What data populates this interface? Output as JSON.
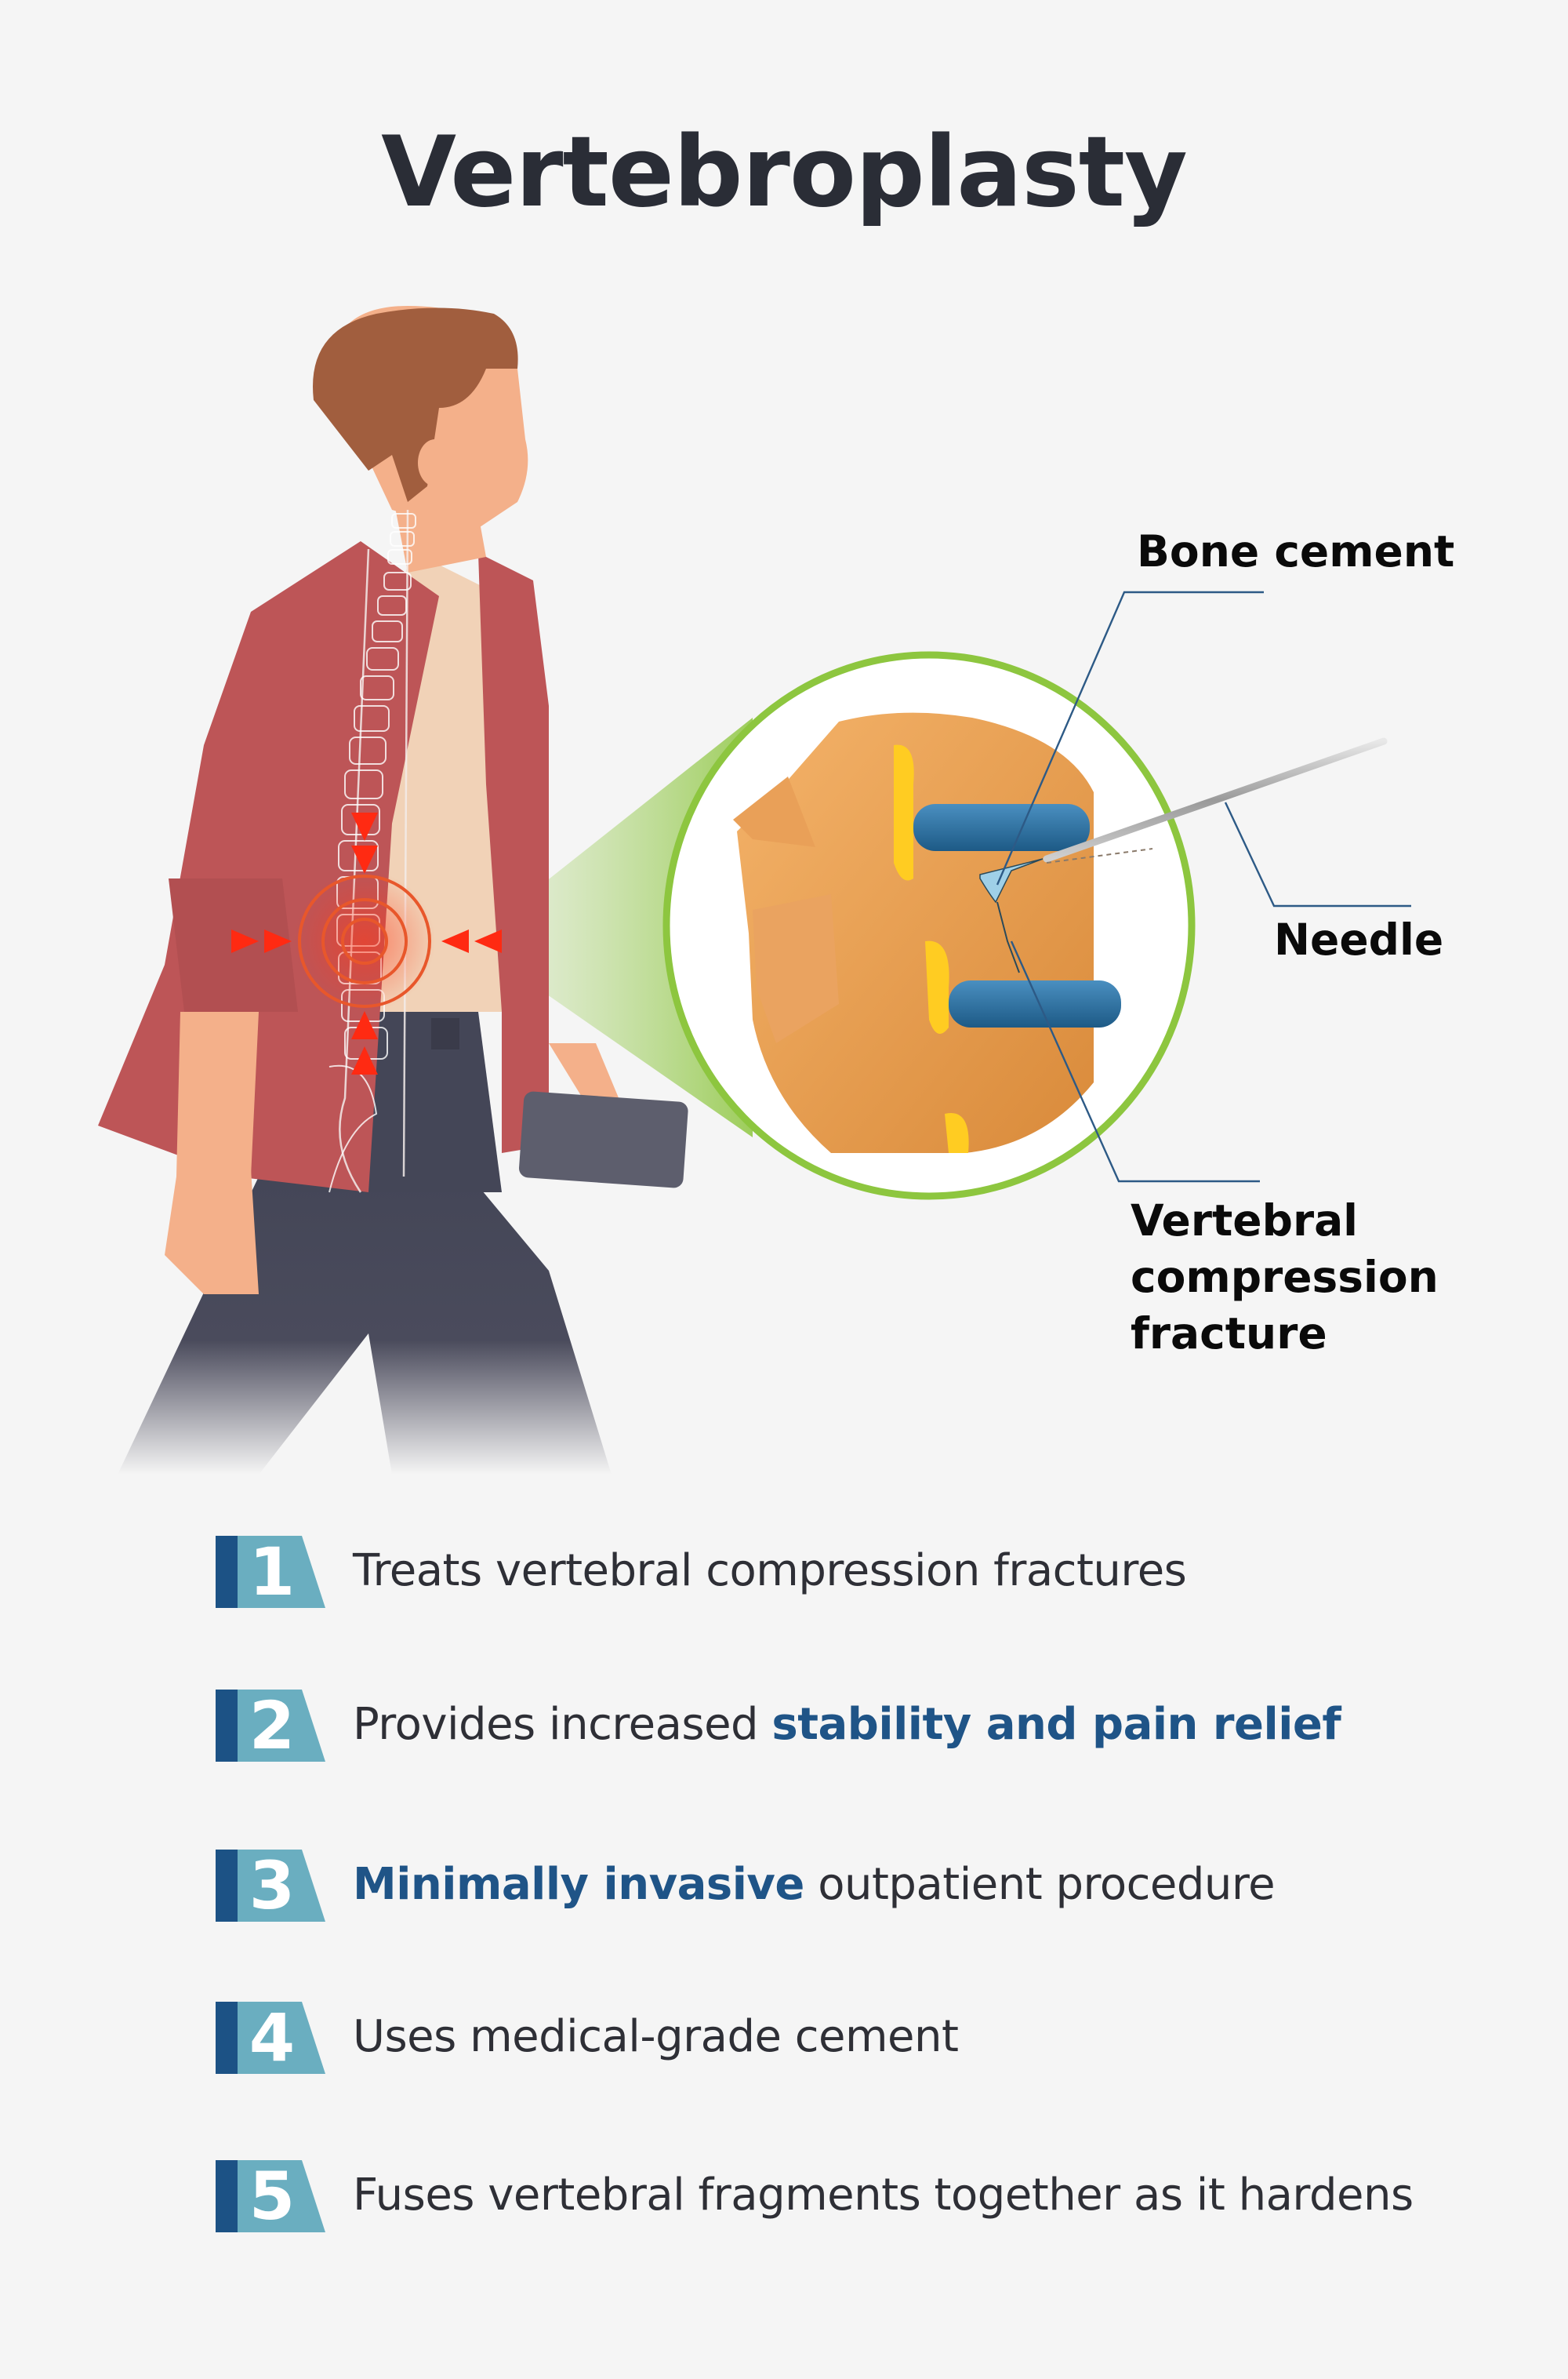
{
  "title": "Vertebroplasty",
  "colors": {
    "background": "#f5f5f5",
    "title": "#2a2d36",
    "highlight": "#1f5487",
    "badge_dark": "#1c5285",
    "badge_light": "#6aaec0",
    "zoom_ring": "#8dc63f",
    "callout_line": "#2d5a86",
    "pain_marker": "#ff2a12"
  },
  "illustration": {
    "figure": "person-walking-side-view",
    "zoom_detail": "lumbar-vertebrae-with-needle",
    "labels": {
      "bone_cement": "Bone cement",
      "needle": "Needle",
      "fracture_line1": "Vertebral",
      "fracture_line2": "compression",
      "fracture_line3": "fracture"
    }
  },
  "benefits": [
    {
      "number": "1",
      "text_before": "Treats vertebral compression fractures",
      "highlight": "",
      "text_after": ""
    },
    {
      "number": "2",
      "text_before": "Provides increased ",
      "highlight": "stability and pain relief",
      "text_after": ""
    },
    {
      "number": "3",
      "text_before": "",
      "highlight": "Minimally invasive",
      "text_after": " outpatient procedure"
    },
    {
      "number": "4",
      "text_before": "Uses medical-grade cement",
      "highlight": "",
      "text_after": ""
    },
    {
      "number": "5",
      "text_before": "Fuses vertebral fragments together as it hardens",
      "highlight": "",
      "text_after": ""
    }
  ]
}
